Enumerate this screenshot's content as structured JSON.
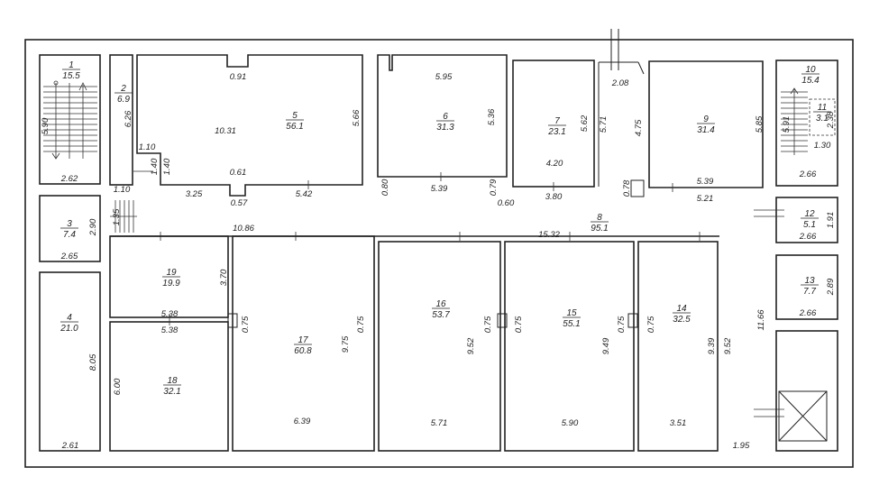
{
  "rooms": [
    {
      "num": "1",
      "area": "15.5"
    },
    {
      "num": "2",
      "area": "6.9"
    },
    {
      "num": "3",
      "area": "7.4"
    },
    {
      "num": "4",
      "area": "21.0"
    },
    {
      "num": "5",
      "area": "56.1"
    },
    {
      "num": "6",
      "area": "31.3"
    },
    {
      "num": "7",
      "area": "23.1"
    },
    {
      "num": "8",
      "area": "95.1"
    },
    {
      "num": "9",
      "area": "31.4"
    },
    {
      "num": "10",
      "area": "15.4"
    },
    {
      "num": "11",
      "area": "3.1"
    },
    {
      "num": "12",
      "area": "5.1"
    },
    {
      "num": "13",
      "area": "7.7"
    },
    {
      "num": "14",
      "area": "32.5"
    },
    {
      "num": "15",
      "area": "55.1"
    },
    {
      "num": "16",
      "area": "53.7"
    },
    {
      "num": "17",
      "area": "60.8"
    },
    {
      "num": "18",
      "area": "32.1"
    },
    {
      "num": "19",
      "area": "19.9"
    }
  ],
  "dims": [
    "5.90",
    "2.62",
    "2.90",
    "2.65",
    "8.05",
    "2.61",
    "6.26",
    "1.10",
    "1.40",
    "1.10",
    "1.35",
    "0.91",
    "10.31",
    "5.66",
    "1.40",
    "0.61",
    "3.25",
    "0.57",
    "5.42",
    "0.80",
    "5.95",
    "5.36",
    "5.39",
    "0.79",
    "0.60",
    "5.62",
    "4.20",
    "3.80",
    "2.08",
    "5.71",
    "4.75",
    "0.78",
    "5.85",
    "5.39",
    "5.21",
    "5.91",
    "2.38",
    "1.30",
    "2.66",
    "1.91",
    "2.66",
    "2.89",
    "2.66",
    "10.86",
    "15.32",
    "3.70",
    "5.38",
    "5.38",
    "6.00",
    "0.75",
    "0.75",
    "9.75",
    "6.39",
    "0.75",
    "0.75",
    "9.52",
    "5.71",
    "0.75",
    "0.75",
    "9.49",
    "5.90",
    "9.39",
    "9.52",
    "3.51",
    "11.66",
    "1.95"
  ]
}
